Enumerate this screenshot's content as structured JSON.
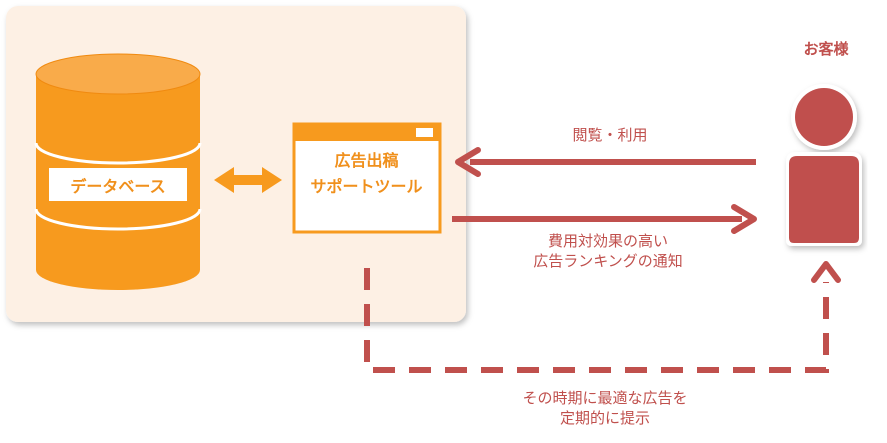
{
  "system_panel": {
    "database_label": "データベース",
    "tool_label_line1": "広告出稿",
    "tool_label_line2": "サポートツール"
  },
  "customer": {
    "label": "お客様"
  },
  "flows": {
    "browse_label": "閲覧・利用",
    "notify_line1": "費用対効果の高い",
    "notify_line2": "広告ランキングの通知",
    "periodic_line1": "その時期に最適な広告を",
    "periodic_line2": "定期的に提示"
  },
  "colors": {
    "panel_fill": "#fdf0e4",
    "orange": "#f79a1e",
    "red": "#c0504d"
  }
}
